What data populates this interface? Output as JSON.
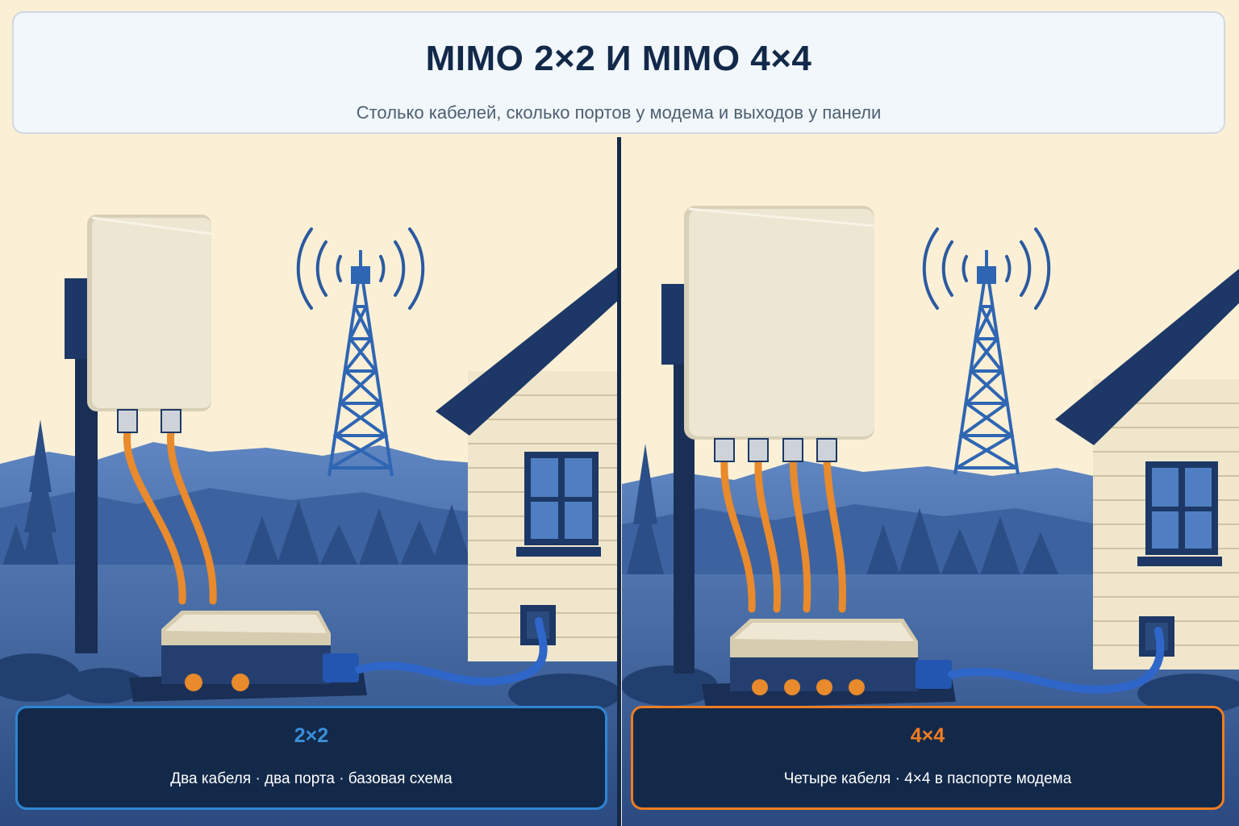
{
  "header": {
    "title": "MIMO 2×2 И MIMO 4×4",
    "subtitle": "Столько кабелей, сколько портов у модема и выходов у панели"
  },
  "panels": [
    {
      "title": "2×2",
      "description": "Два кабеля · два порта · базовая схема",
      "cable_count": 2,
      "accent": "#2f86d2"
    },
    {
      "title": "4×4",
      "description": "Четыре кабеля · 4×4 в паспорте модема",
      "cable_count": 4,
      "accent": "#ef7d22"
    }
  ],
  "colors": {
    "sky": "#fbf0d6",
    "navy": "#13294a",
    "blue": "#2f86d2",
    "orange": "#ef7d22",
    "cable": "#e98a2c",
    "antenna": "#ece6d2"
  }
}
